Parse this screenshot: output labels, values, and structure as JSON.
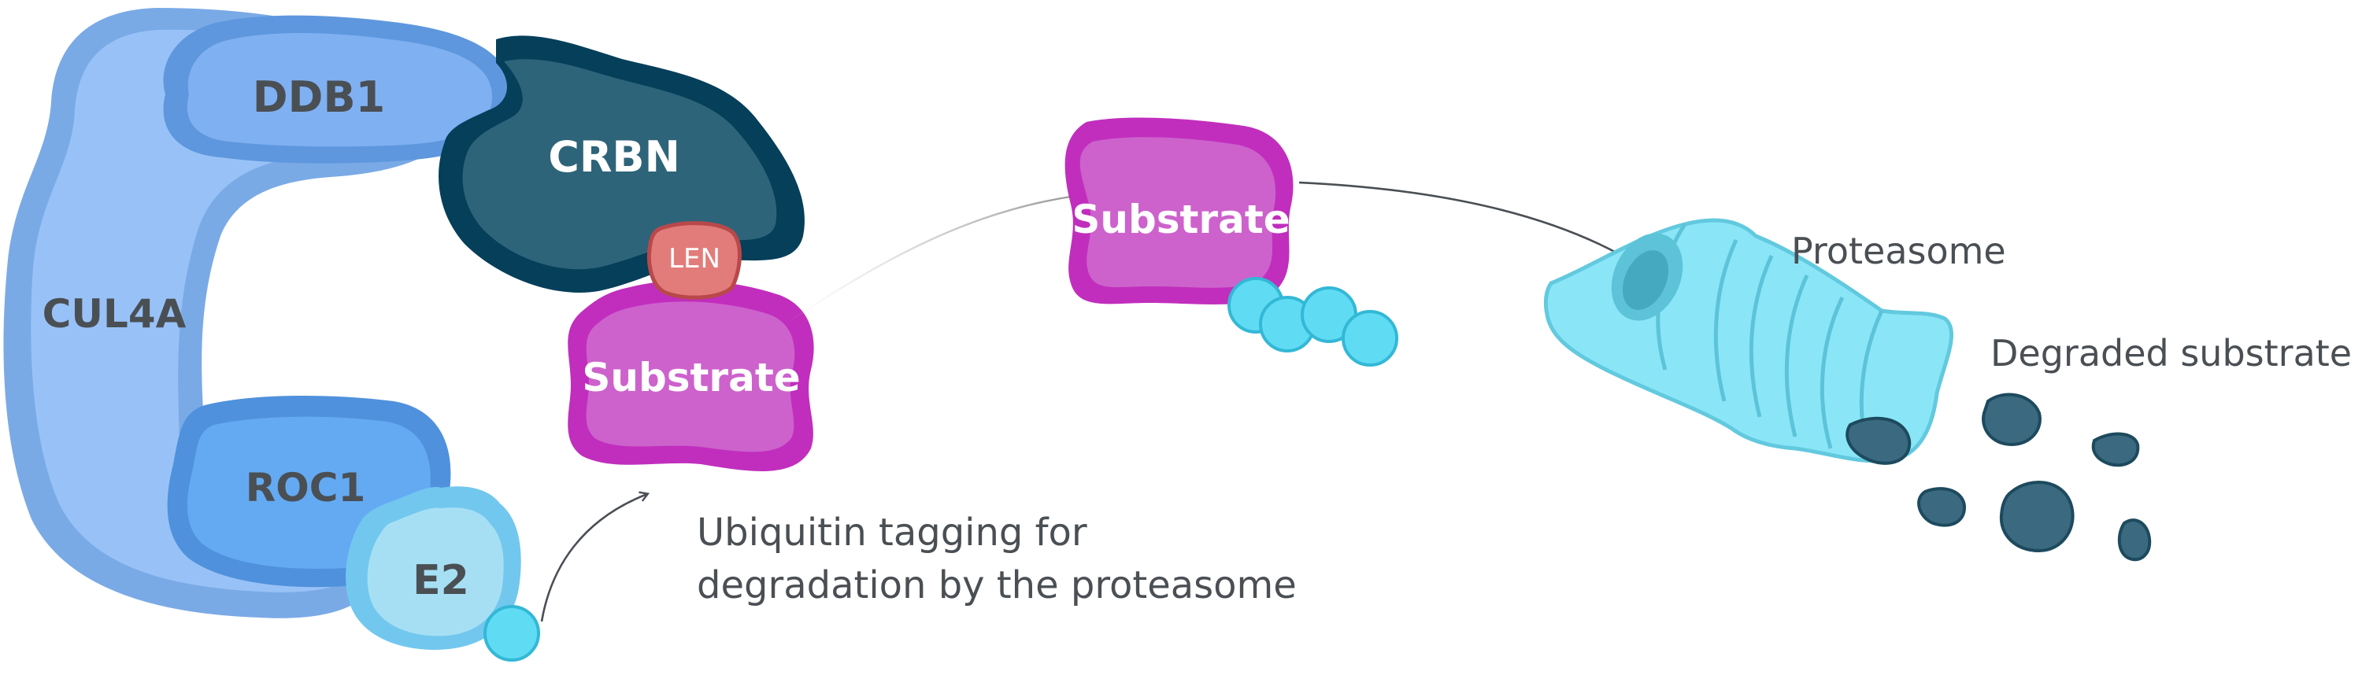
{
  "labels": {
    "ddb1": "DDB1",
    "crbn": "CRBN",
    "cul4a": "CUL4A",
    "roc1": "ROC1",
    "e2": "E2",
    "len": "LEN",
    "substrate_bound": "Substrate",
    "substrate_tagged": "Substrate",
    "proteasome": "Proteasome",
    "degraded_substrate": "Degraded substrate",
    "ubiquitin_line1": "Ubiquitin tagging for",
    "ubiquitin_line2": "degradation by the proteasome"
  },
  "colors": {
    "cul4a_outer": "#7aaae6",
    "cul4a_inner": "#98c2f7",
    "ddb1_outer": "#5e97dd",
    "ddb1_inner": "#7fb0f2",
    "roc1_outer": "#4f91dc",
    "roc1_inner": "#64aaf2",
    "e2_outer": "#72c7ee",
    "e2_inner": "#a6dff4",
    "crbn_outer": "#053f5a",
    "crbn_inner": "#2e6479",
    "len": "#e27c7a",
    "substrate_outer": "#c12ebd",
    "substrate_inner": "#cd62cc",
    "ubiquitin": "#5fdcf4",
    "proteasome": "#8ae6f7",
    "fragments": "#3b6a80"
  }
}
